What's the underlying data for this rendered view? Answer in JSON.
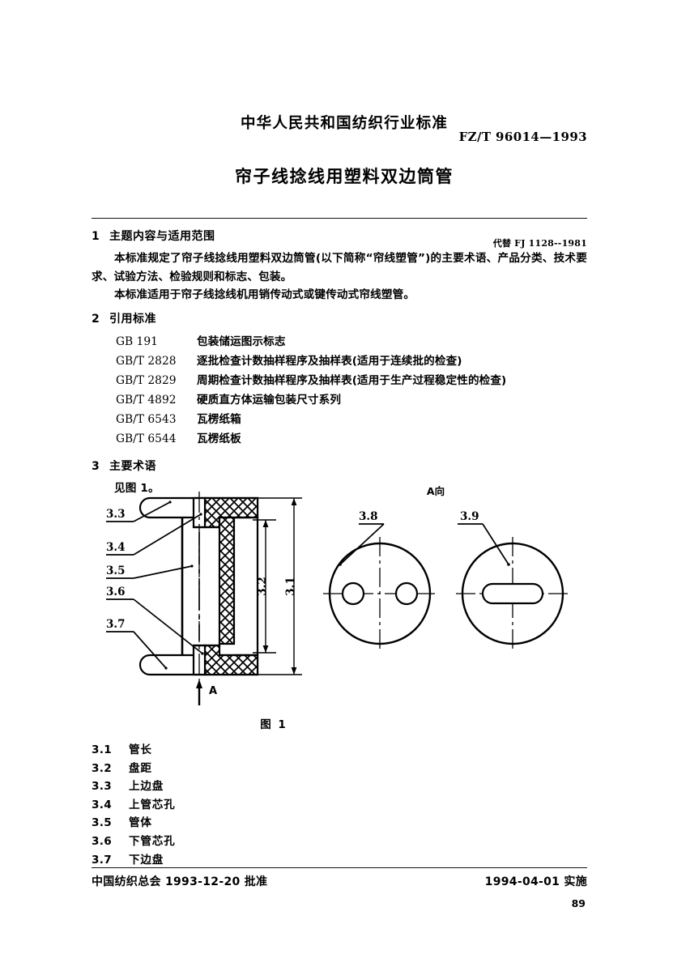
{
  "header": {
    "org_title": "中华人民共和国纺织行业标准",
    "doc_title": "帘子线捻线用塑料双边筒管",
    "standard_no": "FZ/T  96014—1993",
    "replaces": "代替 FJ 1128--1981"
  },
  "sections": [
    {
      "number": "1",
      "title": "主题内容与适用范围",
      "paragraphs": [
        "本标准规定了帘子线捻线用塑料双边筒管(以下简称“帘线塑管”)的主要术语、产品分类、技术要求、试验方法、检验规则和标志、包装。",
        "本标准适用于帘子线捻线机用销传动式或键传动式帘线塑管。"
      ]
    },
    {
      "number": "2",
      "title": "引用标准",
      "references": [
        {
          "code": "GB 191",
          "name": "包装储运图示标志"
        },
        {
          "code": "GB/T 2828",
          "name": "逐批检查计数抽样程序及抽样表(适用于连续批的检查)"
        },
        {
          "code": "GB/T 2829",
          "name": "周期检查计数抽样程序及抽样表(适用于生产过程稳定性的检查)"
        },
        {
          "code": "GB/T 4892",
          "name": "硬质直方体运输包装尺寸系列"
        },
        {
          "code": "GB/T 6543",
          "name": "瓦楞纸箱"
        },
        {
          "code": "GB/T 6544",
          "name": "瓦楞纸板"
        }
      ]
    },
    {
      "number": "3",
      "title": "主要术语",
      "paragraphs": [
        "见图 1。"
      ]
    }
  ],
  "figure": {
    "caption": "图 1",
    "view_label": "A向",
    "section_arrow_label": "A",
    "callouts": {
      "c31": "3.1",
      "c32": "3.2",
      "c33": "3.3",
      "c34": "3.4",
      "c35": "3.5",
      "c36": "3.6",
      "c37": "3.7",
      "c38": "3.8",
      "c39": "3.9"
    }
  },
  "terms": [
    {
      "num": "3.1",
      "text": "管长"
    },
    {
      "num": "3.2",
      "text": "盘距"
    },
    {
      "num": "3.3",
      "text": "上边盘"
    },
    {
      "num": "3.4",
      "text": "上管芯孔"
    },
    {
      "num": "3.5",
      "text": "管体"
    },
    {
      "num": "3.6",
      "text": "下管芯孔"
    },
    {
      "num": "3.7",
      "text": "下边盘"
    }
  ],
  "footer": {
    "approval": "中国纺织总会 1993-12-20 批准",
    "effective": "1994-04-01 实施",
    "page_number": "89"
  },
  "colors": {
    "ink": "#000000",
    "paper": "#ffffff"
  }
}
